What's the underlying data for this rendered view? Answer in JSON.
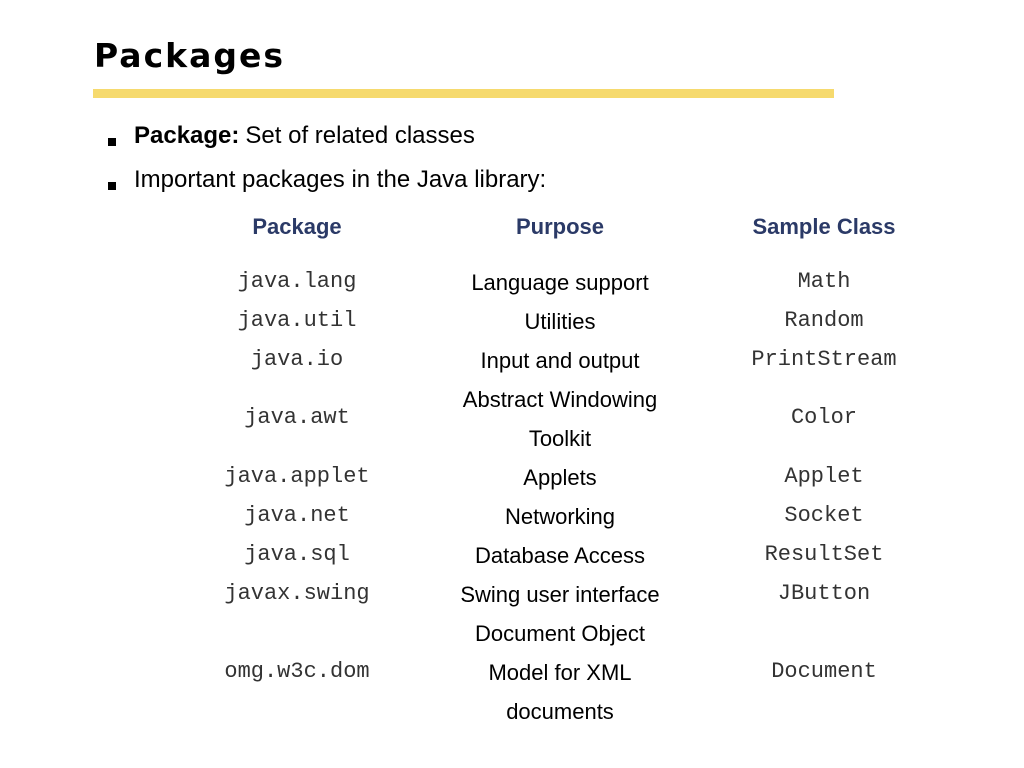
{
  "slide": {
    "title": "Packages",
    "bullets": [
      {
        "term": "Package:",
        "text": "Set of related classes"
      },
      {
        "term": "",
        "text": "Important packages in the Java library:"
      }
    ]
  },
  "table": {
    "headers": [
      "Package",
      "Purpose",
      "Sample Class"
    ],
    "rows": [
      {
        "package": "java.lang",
        "purpose": [
          "Language support"
        ],
        "sample": "Math"
      },
      {
        "package": "java.util",
        "purpose": [
          "Utilities"
        ],
        "sample": "Random"
      },
      {
        "package": "java.io",
        "purpose": [
          "Input and output"
        ],
        "sample": "PrintStream"
      },
      {
        "package": "java.awt",
        "purpose": [
          "Abstract Windowing",
          "Toolkit"
        ],
        "sample": "Color"
      },
      {
        "package": "java.applet",
        "purpose": [
          "Applets"
        ],
        "sample": "Applet"
      },
      {
        "package": "java.net",
        "purpose": [
          "Networking"
        ],
        "sample": "Socket"
      },
      {
        "package": "java.sql",
        "purpose": [
          "Database Access"
        ],
        "sample": "ResultSet"
      },
      {
        "package": "javax.swing",
        "purpose": [
          "Swing user interface"
        ],
        "sample": "JButton"
      },
      {
        "package": "omg.w3c.dom",
        "purpose": [
          "Document Object",
          "Model for XML",
          "documents"
        ],
        "sample": "Document"
      }
    ]
  }
}
